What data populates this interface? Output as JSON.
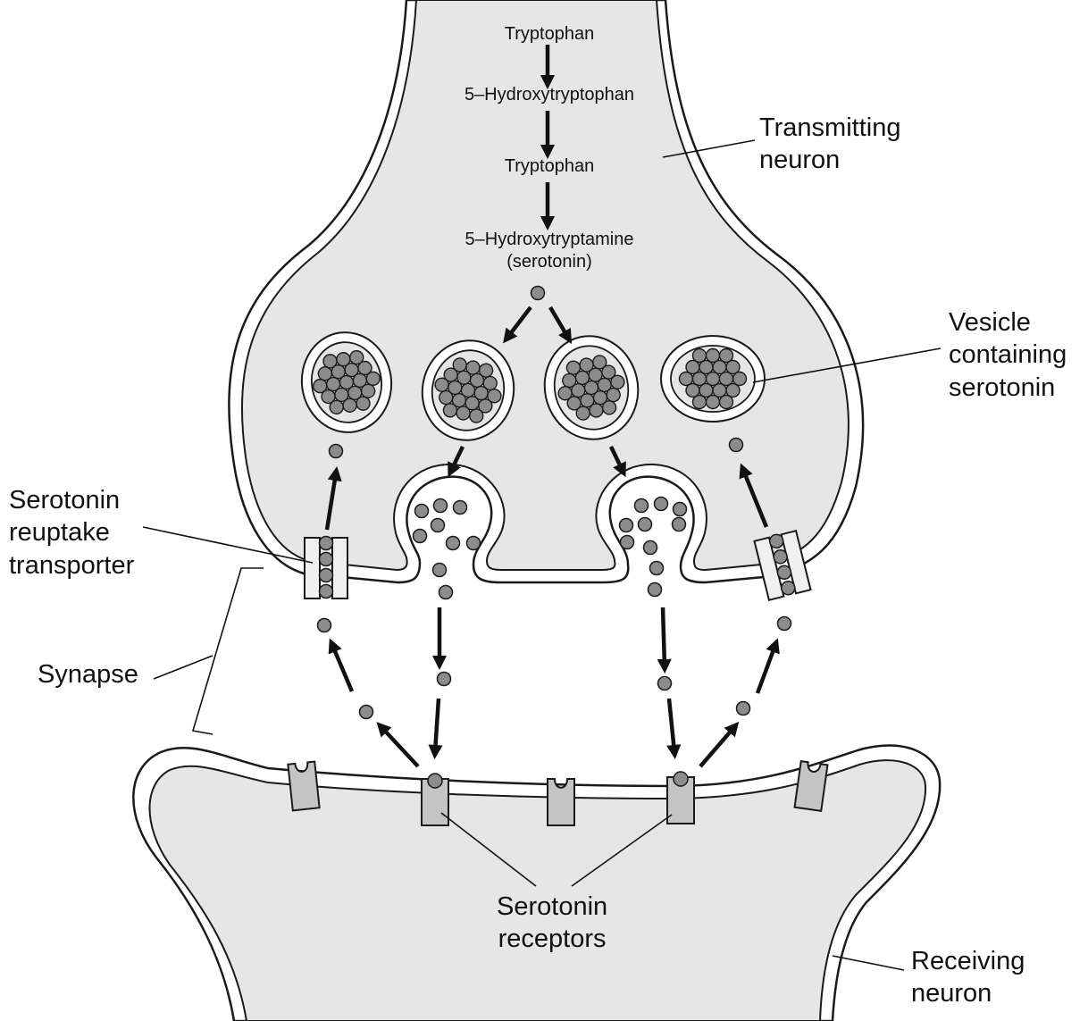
{
  "pathway": {
    "step1": "Tryptophan",
    "step2": "5–Hydroxytryptophan",
    "step3": "Tryptophan",
    "step4": "5–Hydroxytryptamine\n(serotonin)"
  },
  "labels": {
    "transmitting_neuron": "Transmitting\nneuron",
    "vesicle": "Vesicle\ncontaining\nserotonin",
    "reuptake_transporter": "Serotonin\nreuptake\ntransporter",
    "synapse": "Synapse",
    "receptors": "Serotonin\nreceptors",
    "receiving_neuron": "Receiving\nneuron"
  },
  "colors": {
    "neuron_fill": "#e6e6e6",
    "membrane_fill": "#ffffff",
    "outline": "#1a1a1a",
    "serotonin_molecule": "#8c8c8c",
    "receptor_fill": "#c4c4c4",
    "transporter_fill": "#f0f0f0"
  }
}
